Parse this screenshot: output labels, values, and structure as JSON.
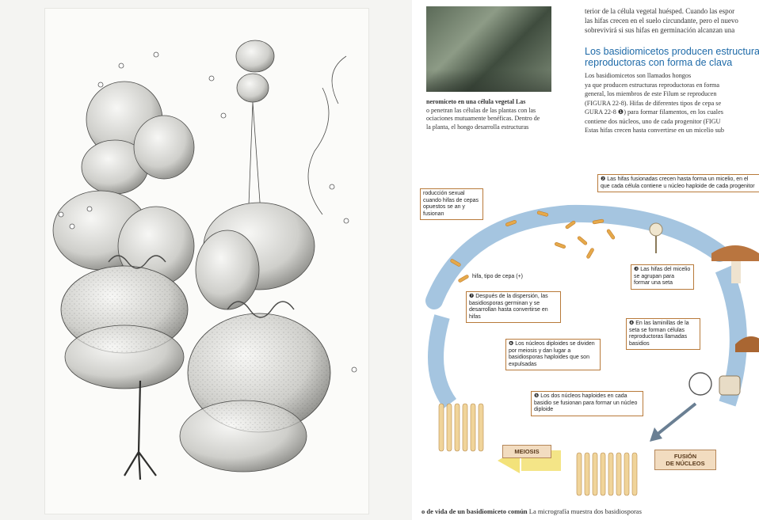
{
  "page": {
    "photo_caption": {
      "lines": [
        "neromiceto en una célula vegetal Las",
        "o penetran las células de las plantas con las",
        "ociaciones mutuamente benéficas. Dentro de",
        "la planta, el hongo desarrolla estructuras"
      ]
    },
    "top_text": {
      "line1": "terior de la célula vegetal huésped. Cuando las espor",
      "line2": "las hifas crecen en el suelo circundante, pero el nuevo",
      "line3": "sobrevivirá si sus hifas en germinación alcanzan una"
    },
    "section_heading": {
      "line1": "Los basidiomicetos producen estructuras",
      "line2": "reproductoras con forma de clava"
    },
    "body": {
      "lines": [
        "Los basidiomicetos son llamados hongos",
        "ya que producen estructuras reproductoras en forma",
        "general, los miembros de este Filum se reproducen",
        "(FIGURA 22-8). Hifas de diferentes tipos de cepa se",
        "GURA 22-8 ❶) para formar filamentos, en los cuales",
        "contiene dos núcleos, uno de cada progenitor (FIGU",
        "Estas hifas crecen hasta convertirse en un micelio sub"
      ]
    },
    "diagram": {
      "label_1": "roducción sexual cuando hifas de cepas opuestos se an y fusionan",
      "label_2": "❷ Las hifas fusionadas crecen hasta forma un micelio, en el que cada célula contiene u núcleo haploide de cada progenitor",
      "label_3": "❸ Las hifas del micelio se agrupan para formar una seta",
      "label_4": "❹ En las laminillas de la seta se forman células reproductoras llamadas basidios",
      "label_5": "❺ Los dos núcleos haploides en cada basidio se fusionan para formar un núcleo diploide",
      "label_6": "❻ Los núcleos diploides se dividen por meiosis y dan lugar a basidiosporas haploides que son expulsadas",
      "label_7": "❼ Después de la dispersión, las basidiosporas germinan y se desarrollan hasta convertirse en hifas",
      "hyphae_label": "hifa, tipo de cepa (+)",
      "meiosis_tag": "MEIOSIS",
      "fusion_tag_line1": "FUSIÓN",
      "fusion_tag_line2": "DE NÚCLEOS"
    },
    "bottom_caption": {
      "bold": "o de vida de un basidiomiceto común",
      "normal": "La micrografía muestra dos basidiosporas"
    }
  }
}
